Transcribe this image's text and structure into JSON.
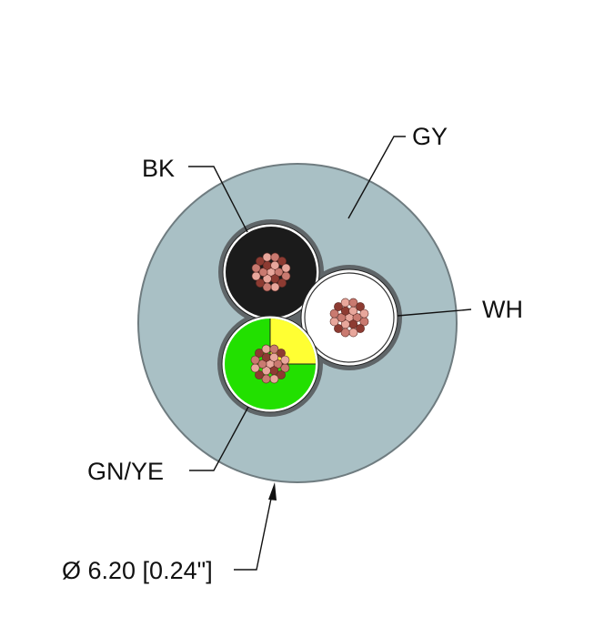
{
  "diagram": {
    "labels": {
      "jacket": "GY",
      "conductor_black": "BK",
      "conductor_white": "WH",
      "conductor_ground": "GN/YE",
      "diameter": "Ø 6.20 [0.24\"]"
    },
    "colors": {
      "jacket": "#a9c0c5",
      "jacket_shadow": "#6f7c80",
      "filler": "#5f6568",
      "insulation_black": "#1b1b1b",
      "insulation_white": "#ffffff",
      "insulation_green": "#22e000",
      "insulation_yellow": "#ffff33",
      "copper_light": "#e8a79c",
      "copper_mid": "#c97a70",
      "copper_dark": "#8d3b32",
      "line": "#111111"
    }
  }
}
